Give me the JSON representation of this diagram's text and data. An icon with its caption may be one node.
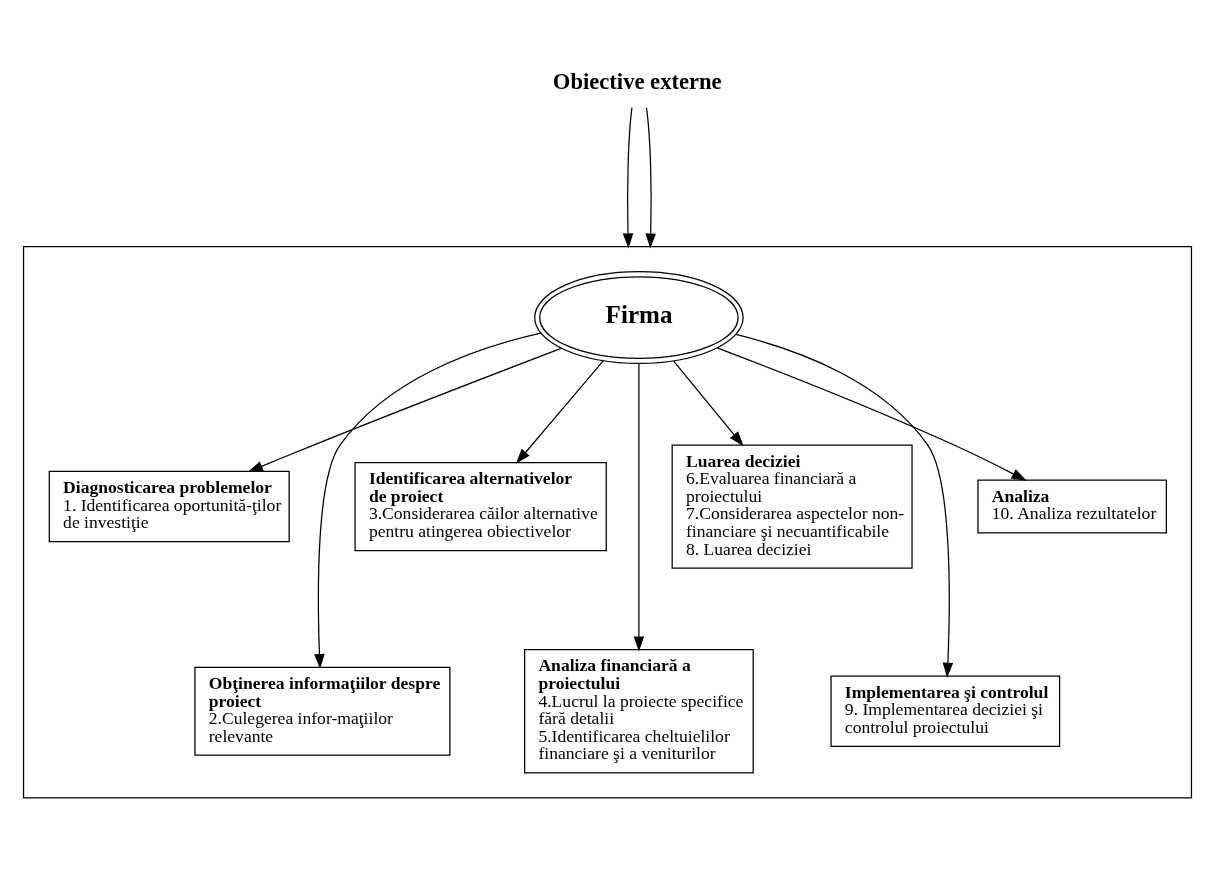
{
  "diagram": {
    "nodes": [
      {
        "text": [],
        "shape": "box"
      },
      {
        "text": [
          "Firma"
        ],
        "in": 0
      },
      {
        "text": [
          "Diagnosticarea problemelor",
          "1. Identificarea oportunită-ţilor de investiţie"
        ],
        "in": 0
      },
      {
        "text": [
          "Obţinerea informaţiilor despre proiect",
          "2.Culegerea infor-maţiilor relevante"
        ],
        "in": 0
      },
      {
        "text": [
          "Identificarea alternativelor de proiect",
          "3.Considerarea căilor alternative pentru atingerea obiectivelor"
        ],
        "in": 0
      },
      {
        "text": [
          "Analiza financiară a proiectului",
          "4.Lucrul la proiecte specifice fără detalii",
          "5.Identificarea cheltuielilor financiare şi a veniturilor"
        ],
        "in": 0
      },
      {
        "text": [
          "Luarea deciziei",
          "6.Evaluarea financiară a proiectului",
          "7.Considerarea aspectelor non-financiare şi necuantificabile",
          "8. Luarea deciziei"
        ],
        "in": 0
      },
      {
        "text": [
          "Implementarea şi controlul",
          "9. Implementarea deciziei şi controlul proiectului"
        ],
        "in": 0
      },
      {
        "text": [
          "Analiza",
          "10. Analiza rezultatelor"
        ],
        "in": 0
      },
      {
        "text": [
          "Obiective externe"
        ]
      }
    ],
    "edges": [
      {
        "from": 1,
        "to": 2,
        "arrow": "to"
      },
      {
        "from": 1,
        "to": 3,
        "arrow": "to"
      },
      {
        "from": 1,
        "to": 4,
        "arrow": "to"
      },
      {
        "from": 1,
        "to": 5,
        "arrow": "to"
      },
      {
        "from": 1,
        "to": 6,
        "arrow": "to"
      },
      {
        "from": 1,
        "to": 7,
        "arrow": "to"
      },
      {
        "from": 1,
        "to": 8,
        "arrow": "to"
      },
      {
        "from": 9,
        "to": 0,
        "arrow": "to"
      },
      {
        "from": 9,
        "to": 0,
        "arrow": "to"
      }
    ]
  }
}
